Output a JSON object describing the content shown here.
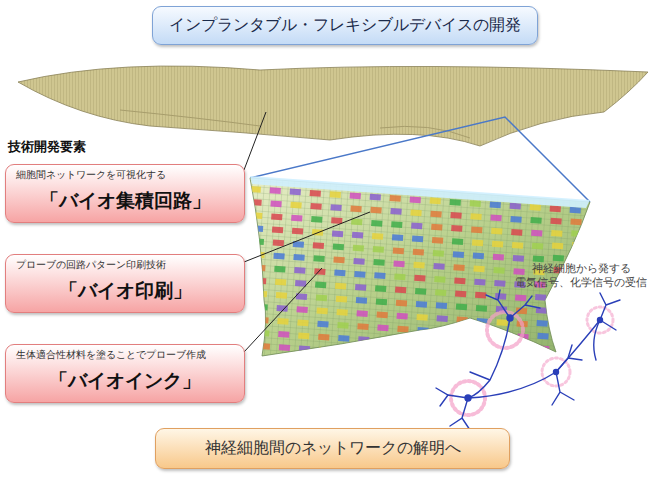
{
  "diagram": {
    "title": "インプランタブル・フレキシブルデバイスの開発",
    "nodes": [
      {
        "text": [
          "細胞間ネットワークを可視化する",
          "「バイオ集積回路」"
        ]
      },
      {
        "text": [
          "プローブの回路パターン印刷技術",
          "「バイオ印刷」"
        ]
      },
      {
        "text": [
          "生体適合性材料を塗ることでプローブ作成",
          "「バイオインク」"
        ]
      },
      {
        "text": [
          "神経細胞間のネットワークの解明へ"
        ]
      }
    ],
    "labels": [
      "技術開発要素",
      "神経細胞から発する 電気信号、化学信号の受信"
    ]
  }
}
